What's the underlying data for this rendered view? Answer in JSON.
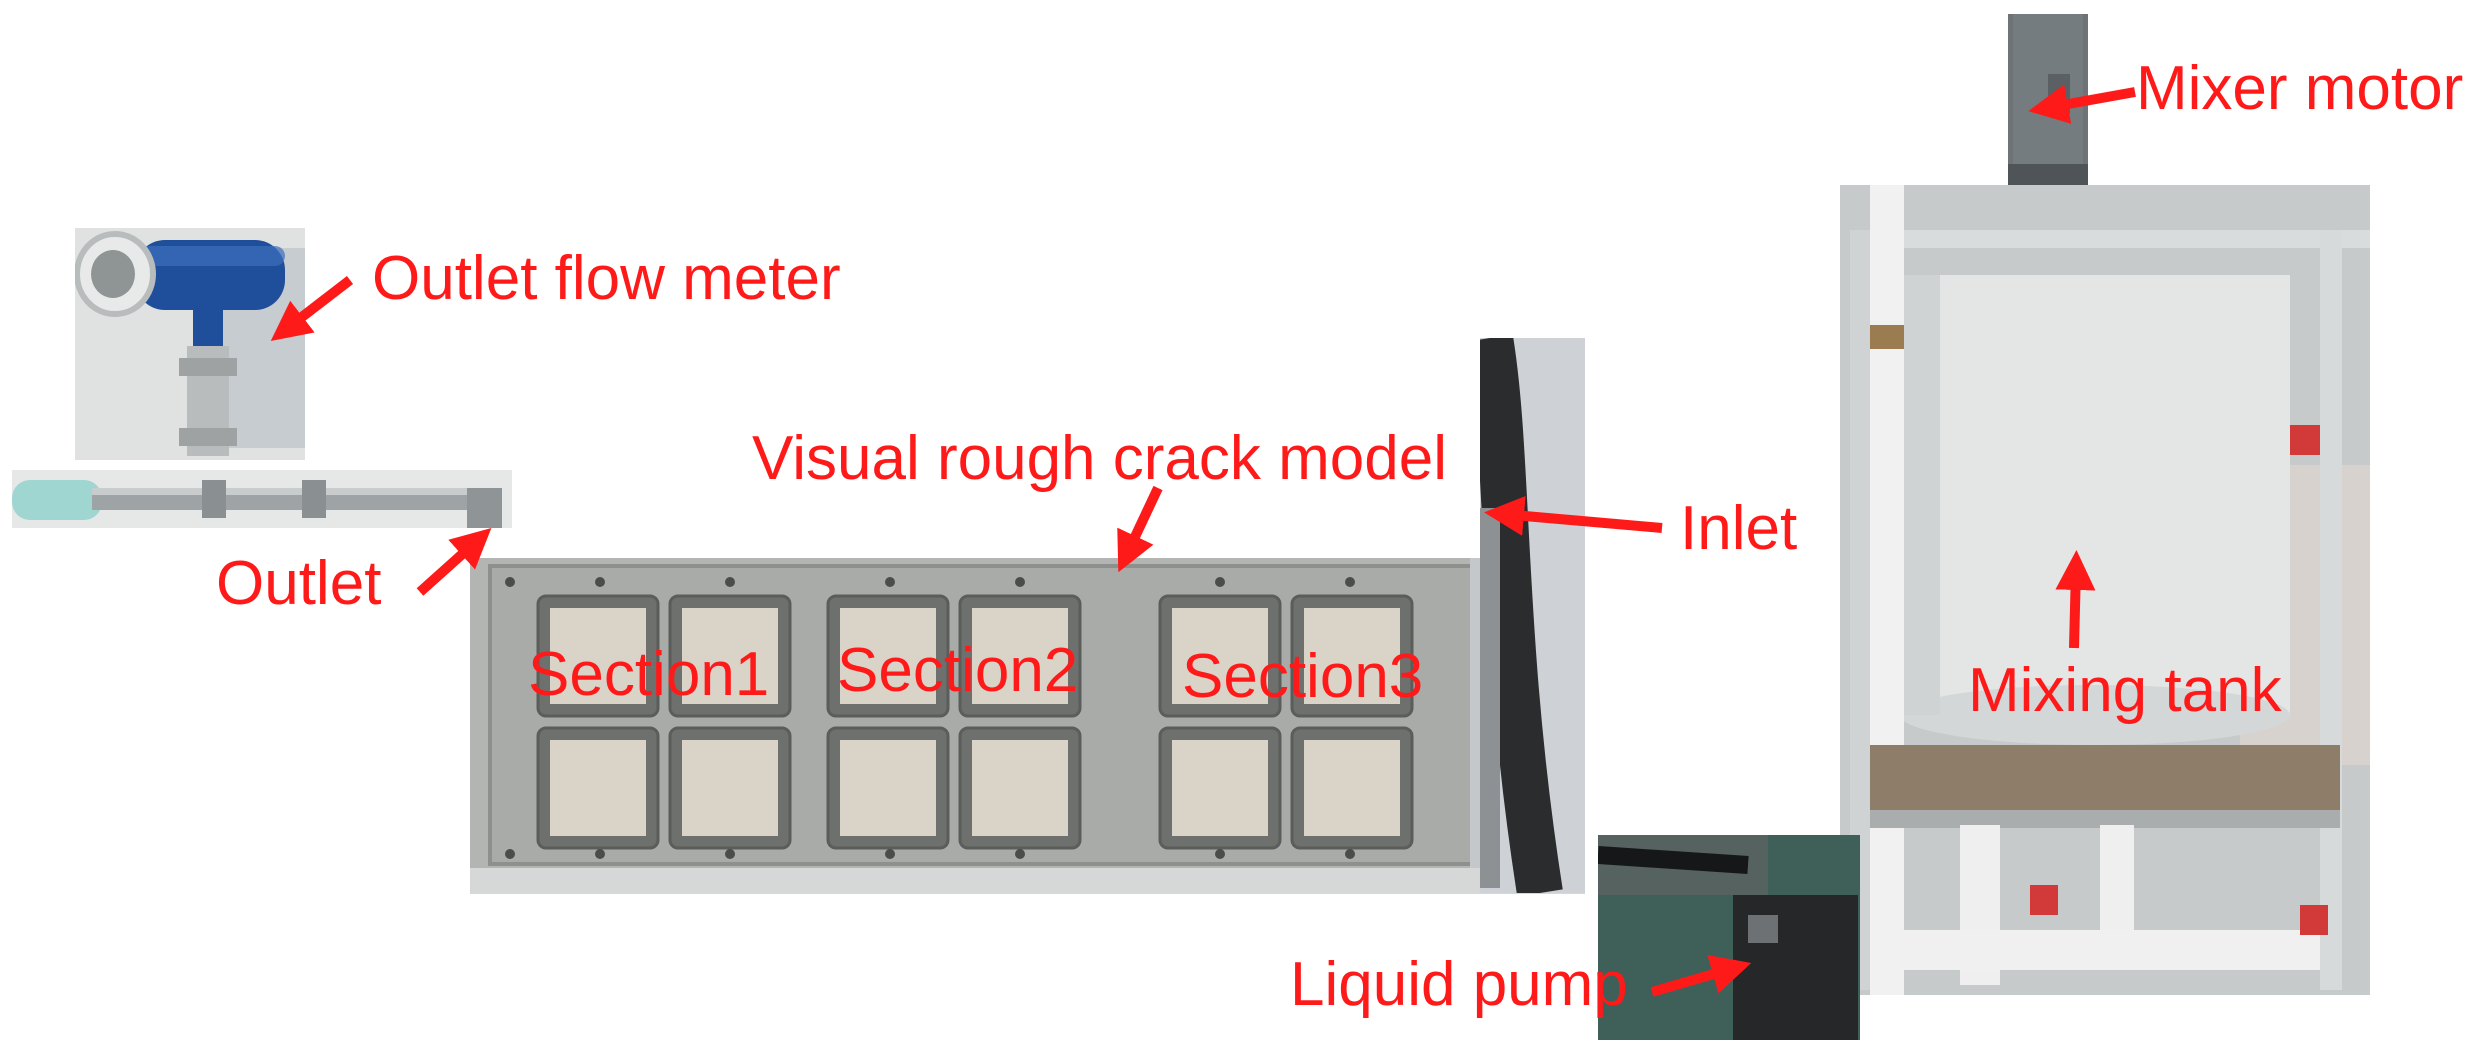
{
  "annotation_color": "#ff1a1a",
  "labels": {
    "outlet_flow_meter": "Outlet flow meter",
    "outlet": "Outlet",
    "crack_model": "Visual rough crack model",
    "inlet": "Inlet",
    "section1": "Section1",
    "section2": "Section2",
    "section3": "Section3",
    "mixer_motor": "Mixer motor",
    "mixing_tank": "Mixing tank",
    "liquid_pump": "Liquid pump"
  }
}
